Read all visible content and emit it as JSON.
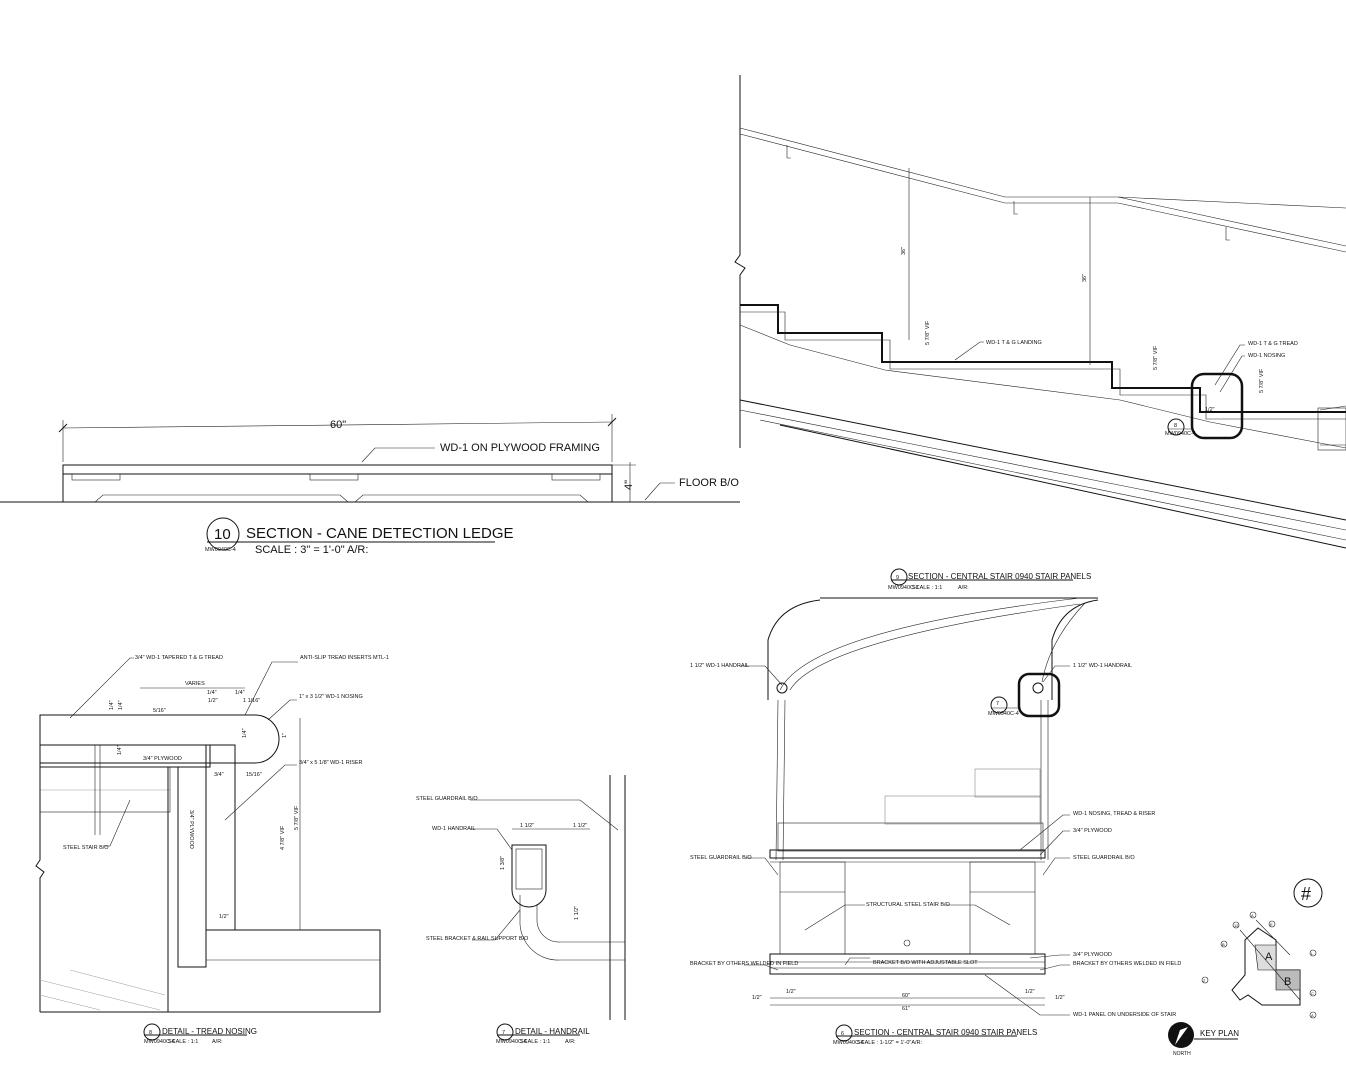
{
  "sheet": {
    "key_plan": {
      "title": "KEY PLAN",
      "north": "NORTH",
      "symbol": "#",
      "zones": [
        "A",
        "B"
      ],
      "grid_marks": [
        "A",
        "E",
        "12",
        "B",
        "L",
        "2",
        "C",
        "A"
      ]
    }
  },
  "detail10": {
    "number": "10",
    "sheet_ref": "MW0940C-4",
    "title": "SECTION - CANE DETECTION LEDGE",
    "scale": "SCALE : 3\" = 1'-0\"",
    "ar": "A/R:",
    "dim_width": "60\"",
    "dim_height": "4\"",
    "note_top": "WD-1 ON PLYWOOD FRAMING",
    "note_floor": "FLOOR B/O"
  },
  "stair_section": {
    "dim_rail_1": "36\"",
    "dim_rail_2": "36\"",
    "riser_1": "5 7/8\" VIF",
    "riser_2": "5 7/8\" VIF",
    "riser_3": "5 7/8\" VIF",
    "note_landing": "WD-1 T & G LANDING",
    "note_tread": "WD-1 T & G TREAD",
    "note_nosing": "WD-1 NOSING",
    "callout_number": "8",
    "callout_ref": "MW0940C-4",
    "dim_half": "1/2\""
  },
  "detail8": {
    "number": "8",
    "sheet_ref": "MW0940C-4",
    "title": "DETAIL - TREAD NOSING",
    "scale": "SCALE : 1:1",
    "ar": "A/R:",
    "notes": {
      "tapered_tread": "3/4\" WD-1 TAPERED T & G TREAD",
      "anti_slip": "ANTI-SLIP TREAD INSERTS MTL-1",
      "nosing": "1\" x 3 1/2\" WD-1 NOSING",
      "riser": "3/4\" x 5 1/8\" WD-1 RISER",
      "plywood_h": "3/4\" PLYWOOD",
      "plywood_v": "3/4\" PLYWOOD",
      "steel_stair": "STEEL STAIR B/O"
    },
    "dims": {
      "varies": "VARIES",
      "q1": "1/4\"",
      "q2": "1/4\"",
      "h1": "1/2\"",
      "h2": "1 1/16\"",
      "s1": "5/16\"",
      "a1": "1/4\"",
      "a2": "1/4\"",
      "a3": "1/4\"",
      "a4": "1/4\"",
      "one": "1\"",
      "three_q": "3/4\"",
      "fifteen": "15/16\"",
      "half_b": "1/2\"",
      "vif1": "5 7/8\" VIF",
      "vif2": "4 7/8\" VIF"
    }
  },
  "detail7": {
    "number": "7",
    "sheet_ref": "MW0940C-4",
    "title": "DETAIL - HANDRAIL",
    "scale": "SCALE : 1:1",
    "ar": "A/R:",
    "notes": {
      "guardrail": "STEEL GUARDRAIL B/O",
      "handrail": "WD-1 HANDRAIL",
      "bracket": "STEEL BRACKET & RAIL SUPPORT B/O"
    },
    "dims": {
      "w1": "1 1/2\"",
      "w2": "1 1/2\"",
      "h1": "1 3/8\"",
      "h2": "1 1/2\""
    }
  },
  "detail9": {
    "number": "9",
    "sheet_ref": "MW0940C-1",
    "title": "SECTION - CENTRAL STAIR 0940 STAIR PANELS",
    "scale": "SCALE : 1:1",
    "ar": "A/R:"
  },
  "detail6": {
    "number": "6",
    "sheet_ref": "MW0940C-4",
    "title": "SECTION - CENTRAL STAIR 0940 STAIR PANELS",
    "scale": "SCALE : 1-1/2\" = 1'-0\"A/R:",
    "callout_number": "7",
    "callout_ref": "MW0940C-4",
    "notes": {
      "handrail_left": "1 1/2\" WD-1 HANDRAIL",
      "handrail_right": "1 1/2\" WD-1 HANDRAIL",
      "nosing": "WD-1 NOSING, TREAD & RISER",
      "plywood_top": "3/4\" PLYWOOD",
      "guard_left": "STEEL GUARDRAIL B/O",
      "guard_right": "STEEL GUARDRAIL B/O",
      "structural": "STRUCTURAL STEEL STAIR B/O",
      "plywood_bot": "3/4\" PLYWOOD",
      "bracket_left": "BRACKET BY OTHERS WELDED IN FIELD",
      "bracket_right": "BRACKET BY OTHERS WELDED IN FIELD",
      "bracket_mid": "BRACKET B/O WITH ADJUSTABLE SLOT",
      "panel": "WD-1 PANEL ON UNDERSIDE OF STAIR"
    },
    "dims": {
      "half_l": "1/2\"",
      "half_r": "1/2\"",
      "half_in_l": "1/2\"",
      "half_in_r": "1/2\"",
      "sixty": "60\"",
      "sixtyone": "61\""
    }
  }
}
